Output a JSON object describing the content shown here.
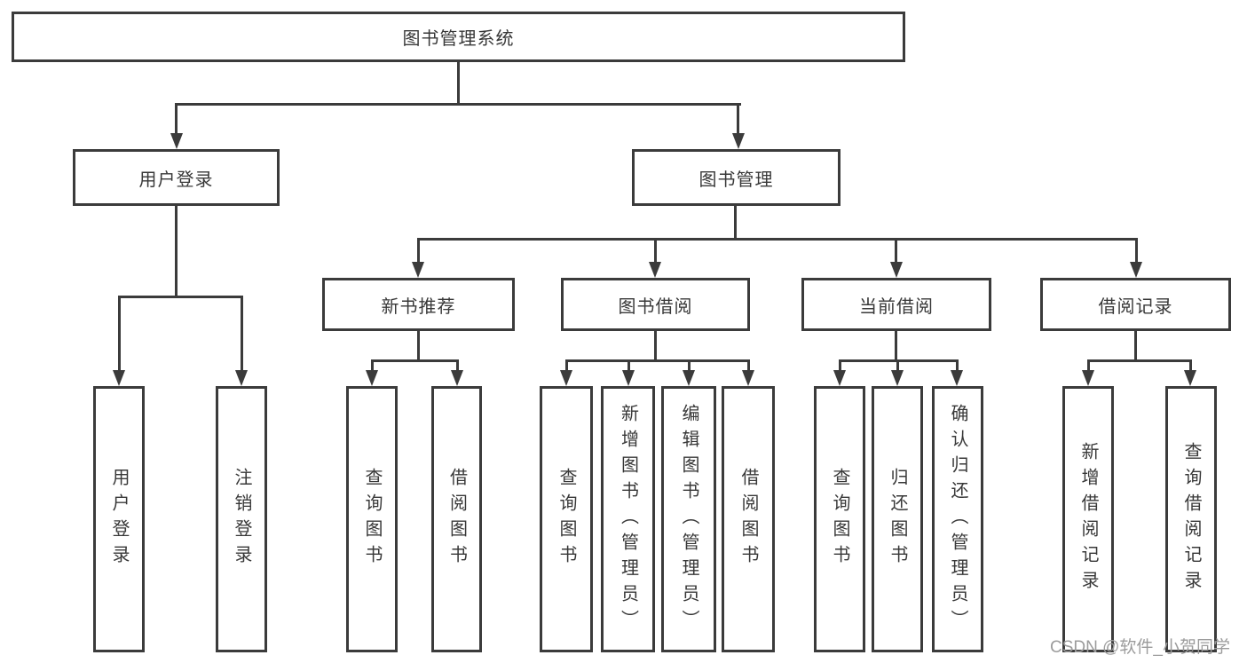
{
  "nodes": {
    "root": "图书管理系统",
    "user_login": "用户登录",
    "book_mgmt": "图书管理",
    "new_book_rec": "新书推荐",
    "book_borrow": "图书借阅",
    "current_borrow": "当前借阅",
    "borrow_records": "借阅记录",
    "ul_login": "用户登录",
    "ul_logout": "注销登录",
    "nbr_query": "查询图书",
    "nbr_borrow": "借阅图书",
    "bb_query": "查询图书",
    "bb_add": "新增图书（管理员）",
    "bb_edit": "编辑图书（管理员）",
    "bb_borrow": "借阅图书",
    "cb_query": "查询图书",
    "cb_return": "归还图书",
    "cb_confirm": "确认归还（管理员）",
    "br_add": "新增借阅记录",
    "br_query": "查询借阅记录"
  },
  "hierarchy": {
    "root": [
      "user_login",
      "book_mgmt"
    ],
    "user_login": [
      "ul_login",
      "ul_logout"
    ],
    "book_mgmt": [
      "new_book_rec",
      "book_borrow",
      "current_borrow",
      "borrow_records"
    ],
    "new_book_rec": [
      "nbr_query",
      "nbr_borrow"
    ],
    "book_borrow": [
      "bb_query",
      "bb_add",
      "bb_edit",
      "bb_borrow"
    ],
    "current_borrow": [
      "cb_query",
      "cb_return",
      "cb_confirm"
    ],
    "borrow_records": [
      "br_add",
      "br_query"
    ]
  },
  "watermark": "CSDN @软件_小贺同学",
  "colors": {
    "line": "#3b3b3b",
    "text": "#383838",
    "watermark": "#9c9c9c",
    "background": "#ffffff"
  }
}
